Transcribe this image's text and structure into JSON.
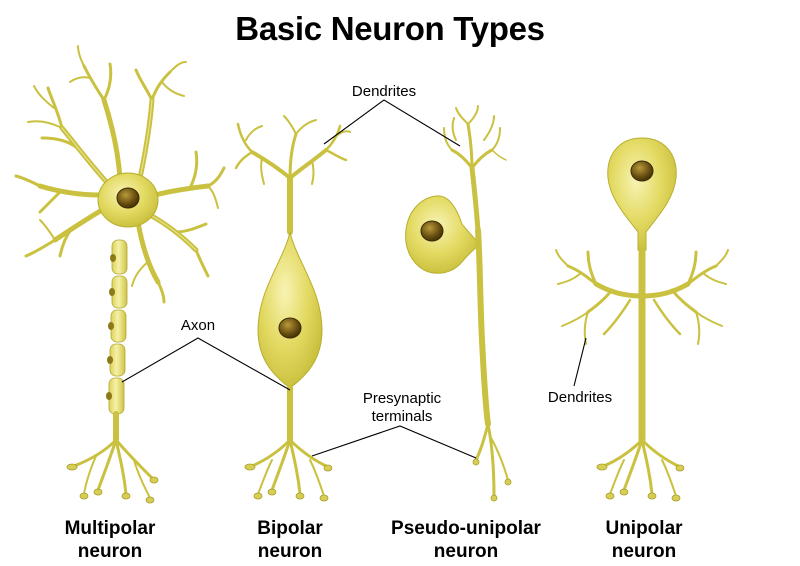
{
  "title": "Basic Neuron Types",
  "labels": {
    "dendrites_top": "Dendrites",
    "axon": "Axon",
    "presynaptic_line1": "Presynaptic",
    "presynaptic_line2": "terminals",
    "dendrites_right": "Dendrites"
  },
  "neurons": [
    {
      "line1": "Multipolar",
      "line2": "neuron"
    },
    {
      "line1": "Bipolar",
      "line2": "neuron"
    },
    {
      "line1": "Pseudo-unipolar",
      "line2": "neuron"
    },
    {
      "line1": "Unipolar",
      "line2": "neuron"
    }
  ],
  "colors": {
    "cell_body": "#e4dc6a",
    "branch": "#c9c13f",
    "nucleus": "#6b5212",
    "text": "#000000",
    "background": "#ffffff"
  }
}
